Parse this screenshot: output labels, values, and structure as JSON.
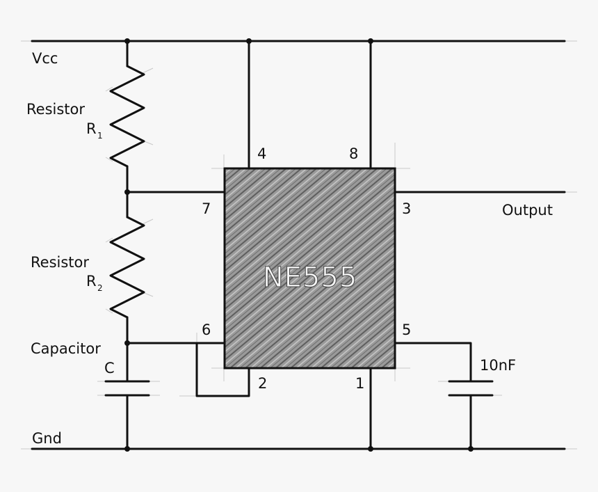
{
  "labels": {
    "vcc": "Vcc",
    "gnd": "Gnd",
    "output": "Output",
    "resistor1_word": "Resistor",
    "resistor1_letter": "R",
    "resistor1_sub": "1",
    "resistor2_word": "Resistor",
    "resistor2_letter": "R",
    "resistor2_sub": "2",
    "capacitor_word": "Capacitor",
    "capacitor_letter": "C",
    "cap2_value": "10nF"
  },
  "chip": {
    "name": "NE555",
    "pins": {
      "p1": "1",
      "p2": "2",
      "p3": "3",
      "p4": "4",
      "p5": "5",
      "p6": "6",
      "p7": "7",
      "p8": "8"
    }
  },
  "colors": {
    "background": "#f7f7f7",
    "line": "#111111",
    "chip_fill": "#8a8a8a"
  }
}
